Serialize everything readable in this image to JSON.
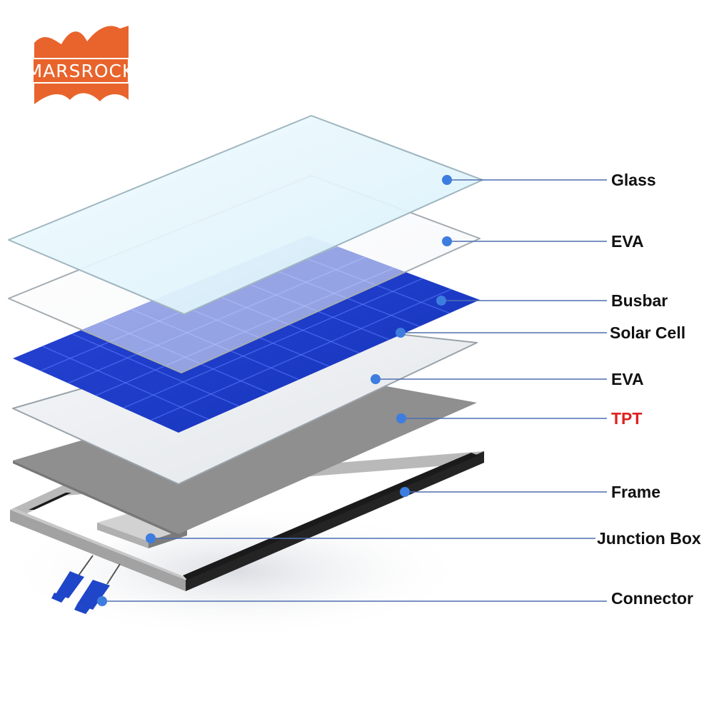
{
  "logo": {
    "text": "MARSROCK",
    "color": "#e8642c"
  },
  "layers": [
    {
      "id": "glass",
      "label": "Glass"
    },
    {
      "id": "eva-top",
      "label": "EVA"
    },
    {
      "id": "busbar",
      "label": "Busbar"
    },
    {
      "id": "solar-cell",
      "label": "Solar Cell"
    },
    {
      "id": "eva-bottom",
      "label": "EVA"
    },
    {
      "id": "tpt",
      "label": "TPT",
      "highlight": true,
      "highlight_color": "#e02020"
    },
    {
      "id": "frame",
      "label": "Frame"
    },
    {
      "id": "junction-box",
      "label": "Junction Box"
    },
    {
      "id": "connector",
      "label": "Connector"
    }
  ],
  "colors": {
    "leader_line": "#4f6fb0",
    "leader_dot": "#3d7de0",
    "glass_fill": "#e6f6fc",
    "cell_blue": "#1f3fc8",
    "backsheet_grey": "#8c8c8c",
    "frame_grey": "#9e9e9e",
    "frame_dark": "#1a1a1a"
  }
}
